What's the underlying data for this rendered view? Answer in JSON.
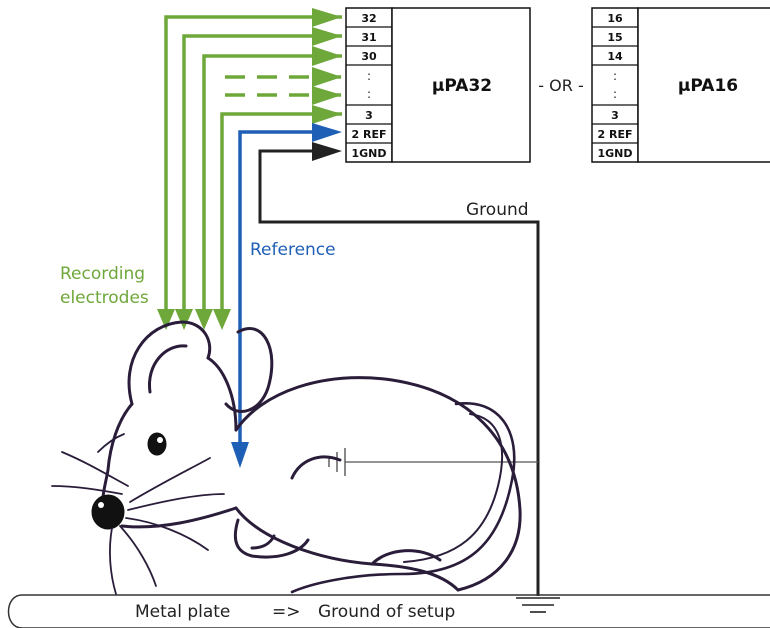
{
  "colors": {
    "recording": "#6ea73a",
    "reference": "#1f5fb5",
    "ground": "#222222",
    "box": "#111111"
  },
  "amplifiers": [
    {
      "name": "µPA32",
      "pins": [
        "32",
        "31",
        "30",
        ":",
        "3",
        "2 REF",
        "1GND"
      ]
    },
    {
      "name": "µPA16",
      "pins": [
        "16",
        "15",
        "14",
        ":",
        "3",
        "2 REF",
        "1GND"
      ]
    }
  ],
  "or_label": "- OR -",
  "labels": {
    "ground": "Ground",
    "reference": "Reference",
    "recording_line1": "Recording",
    "recording_line2": "electrodes"
  },
  "plate": {
    "left": "Metal plate",
    "arrow": "=>",
    "right": "Ground of setup"
  }
}
